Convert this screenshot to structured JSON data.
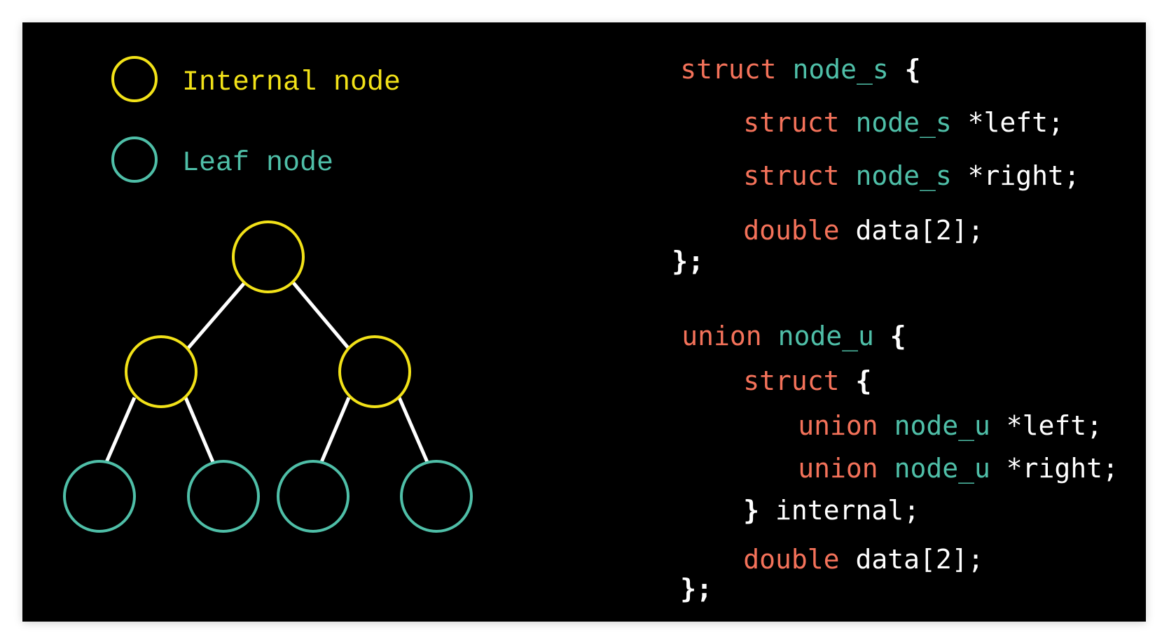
{
  "colors": {
    "background": "#000000",
    "internal": "#f2e218",
    "leaf": "#4fbfa8",
    "edge": "#ffffff",
    "keyword": "#f4725a",
    "type": "#4fbfa8",
    "text": "#ffffff"
  },
  "legend": {
    "internal_label": "Internal node",
    "leaf_label": "Leaf node"
  },
  "struct_block": {
    "kw": "struct",
    "name": "node_s",
    "open": "{",
    "fields": [
      {
        "kw": "struct",
        "type": "node_s",
        "rest": " *left;"
      },
      {
        "kw": "struct",
        "type": "node_s",
        "rest": " *right;"
      },
      {
        "kw": "double",
        "type": "",
        "rest": " data[2];"
      }
    ],
    "close": "};"
  },
  "union_block": {
    "kw": "union",
    "name": "node_u",
    "open": "{",
    "inner_kw": "struct",
    "inner_open": "{",
    "inner_fields": [
      {
        "kw": "union",
        "type": "node_u",
        "rest": " *left;"
      },
      {
        "kw": "union",
        "type": "node_u",
        "rest": " *right;"
      }
    ],
    "inner_close": "}",
    "inner_name": " internal;",
    "tail_field": {
      "kw": "double",
      "rest": " data[2];"
    },
    "close": "};"
  }
}
